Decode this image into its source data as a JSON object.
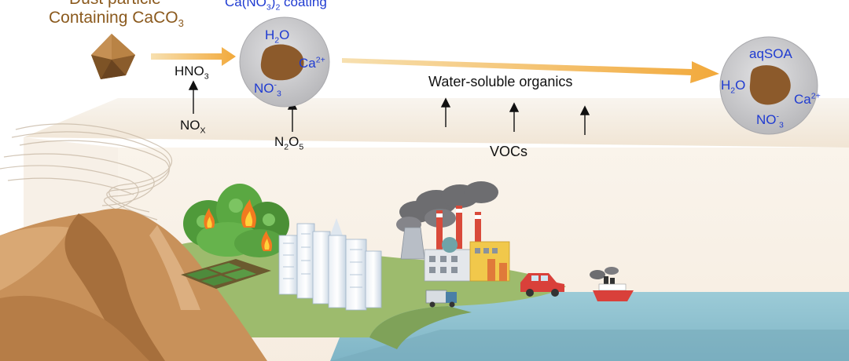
{
  "labels": {
    "dust_line1": "Dust particle",
    "dust_line2_base": "Containing CaCO",
    "dust_line2_sub": "3",
    "coating_pre": "Ca(NO",
    "coating_sub1": "3",
    "coating_mid": ")",
    "coating_sub2": "2",
    "coating_post": " coating",
    "hno3_base": "HNO",
    "hno3_sub": "3",
    "nox_base": "NO",
    "nox_sub": "X",
    "n2o5_n": "N",
    "n2o5_sub1": "2",
    "n2o5_o": "O",
    "n2o5_sub2": "5",
    "water_soluble": "Water-soluble organics",
    "vocs": "VOCs",
    "aqsoa": "aqSOA"
  },
  "particle1": {
    "h2o_base": "H",
    "h2o_sub": "2",
    "h2o_end": "O",
    "ca_base": "Ca",
    "ca_sup": "2+",
    "no3_base": "NO",
    "no3_sup": "-",
    "no3_sub": "3"
  },
  "particle2": {
    "h2o_base": "H",
    "h2o_sub": "2",
    "h2o_end": "O",
    "ca_base": "Ca",
    "ca_sup": "2+",
    "no3_base": "NO",
    "no3_sup": "-",
    "no3_sub": "3"
  },
  "colors": {
    "arrow": "#f2a93b",
    "label_blue": "#1f3bd1",
    "label_brown": "#8b5a1e",
    "particle_shell": "#c9c9cb",
    "particle_core": "#8c5a2b",
    "water": "#8fc3d2",
    "land": "#9dbb6d",
    "desert": "#c8915a"
  }
}
